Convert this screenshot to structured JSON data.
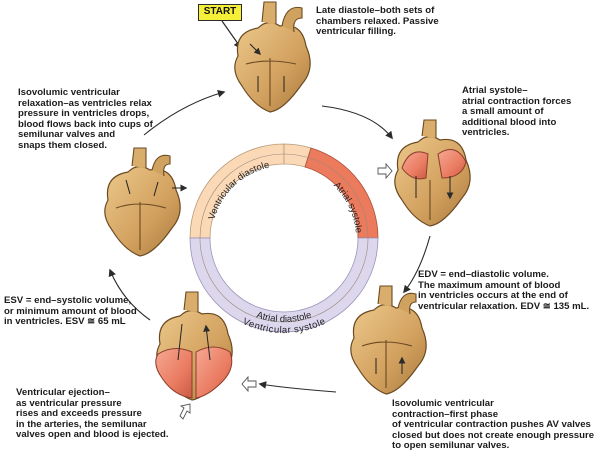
{
  "start_label": "START",
  "stages": {
    "late_diastole": "Late diastole–both sets of\nchambers relaxed.  Passive\nventricular filling.",
    "atrial_systole": "Atrial systole–\natrial contraction forces\na small amount of\nadditional blood into\nventricles.",
    "edv": "EDV = end–diastolic volume.\nThe maximum amount of blood\nin ventricles occurs at the end of\nventricular relaxation. EDV ≅ 135 mL.",
    "isovolumic_contraction": "Isovolumic ventricular\ncontraction–first phase\nof ventricular contraction pushes AV valves\nclosed but does not create enough pressure\nto open semilunar valves.",
    "ejection": "Ventricular ejection–\nas ventricular pressure\nrises and exceeds pressure\nin the arteries, the semilunar\nvalves open and blood is ejected.",
    "esv": "ESV = end–systolic volume,\nor minimum amount of blood\nin ventricles. ESV ≅ 65 mL",
    "isovolumic_relaxation": "Isovolumic ventricular\nrelaxation–as ventricles relax\npressure in ventricles drops,\nblood flows back into cups of\nsemilunar valves and\nsnaps them closed."
  },
  "ring": {
    "ventricular_diastole": "Ventricular diastole",
    "atrial_systole": "Atrial systole",
    "atrial_diastole": "Atrial diastole",
    "ventricular_systole": "Ventricular systole"
  },
  "colors": {
    "ring_diastole": "#fbd8b6",
    "ring_atrial_systole": "#ec7a5c",
    "ring_ventricular_systole": "#ddd7ee",
    "heart_tan": "#d6a865",
    "heart_contracting": "#ee8a70"
  }
}
